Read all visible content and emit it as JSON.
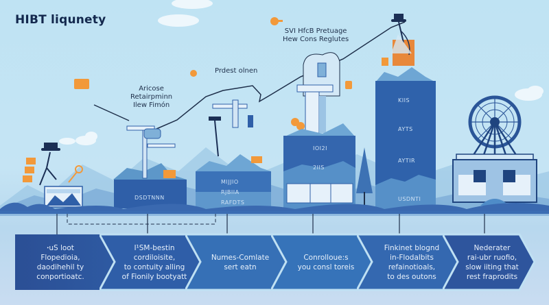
{
  "title": "HIBT liqunety",
  "annotations": [
    {
      "id": "top-right-note",
      "lines": [
        "SVI HfcB Pretuage",
        "Hew Cons Reglutes"
      ]
    },
    {
      "id": "middle-note",
      "lines": [
        "Prdest olnen"
      ]
    },
    {
      "id": "left-note",
      "lines": [
        "Aricose",
        "Retairpminn",
        "Ilew Fimón"
      ]
    }
  ],
  "buildings": [
    {
      "id": "stall",
      "labels": []
    },
    {
      "id": "factory-one",
      "labels": [
        "DSDTNNN"
      ]
    },
    {
      "id": "factory-two",
      "labels": [
        "MIJJIO",
        "RJBIIA",
        "RAFDTS"
      ]
    },
    {
      "id": "lab-tower",
      "labels": [
        "IOI2I",
        "2IIS"
      ]
    },
    {
      "id": "tall-tower",
      "labels": [
        "KIIS",
        "AYTS",
        "AYTIR",
        "USDNTI"
      ]
    },
    {
      "id": "ferris-hall",
      "labels": []
    }
  ],
  "steps": [
    {
      "text": "ꞏuS loot\nFlopedioia,\ndaodihehil ty\nconportioatc."
    },
    {
      "text": "I¹SM-bestin\ncordiloisite,\nto contuity alling\nof Fionily bootyatt"
    },
    {
      "text": "Numes-Comlate\nsert eatn"
    },
    {
      "text": "Conrolloue:s\nyou consl toreis"
    },
    {
      "text": "Finkinet blognd\nin-Flodalbits\nrefainotioals,\nto des outons"
    },
    {
      "text": "Nederater\nrai-ubr ruofio,\nslow iiting that\nrest fraprodits"
    }
  ],
  "colors": {
    "sky": "#c2e3f3",
    "arrow_dark": "#2b4f95",
    "arrow_mid": "#3b72b8",
    "building": "#2f5fa8",
    "accent_orange": "#f2993a",
    "ink": "#13284d"
  }
}
